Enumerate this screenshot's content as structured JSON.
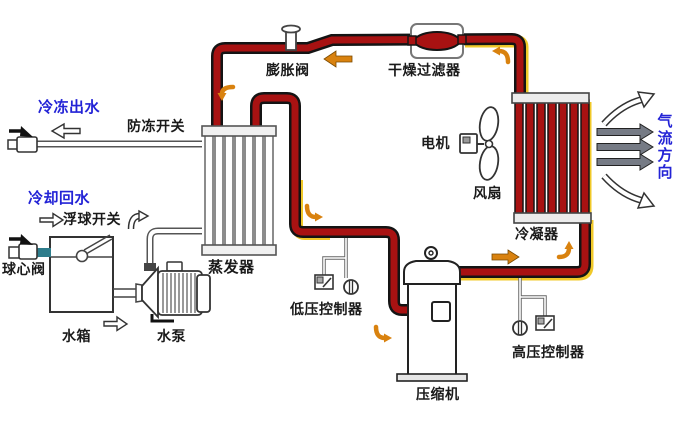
{
  "diagram_title": "chiller-refrigeration-cycle-diagram",
  "labels": {
    "chilled_water_out": "冷冻出水",
    "antifreeze_switch": "防冻开关",
    "cooling_return_water": "冷却回水",
    "float_switch": "浮球开关",
    "ball_valve": "球心阀",
    "evaporator": "蒸发器",
    "water_tank": "水箱",
    "water_pump": "水泵",
    "expansion_valve": "膨胀阀",
    "drier_filter": "干燥过滤器",
    "motor": "电机",
    "fan": "风扇",
    "condenser": "冷凝器",
    "low_pressure_controller": "低压控制器",
    "compressor": "压缩机",
    "high_pressure_controller": "高压控制器",
    "airflow_direction": "气流方向"
  },
  "colors": {
    "pipe_red": "#a81212",
    "pipe_outline": "#141414",
    "pipe_yellow_accent": "#f0c929",
    "arrow_orange": "#d9820f",
    "water_pipe_teal": "#2e7d8c",
    "label_blue": "#2323d6",
    "air_arrow_gray": "#767b85",
    "header_gray": "#ececec"
  }
}
